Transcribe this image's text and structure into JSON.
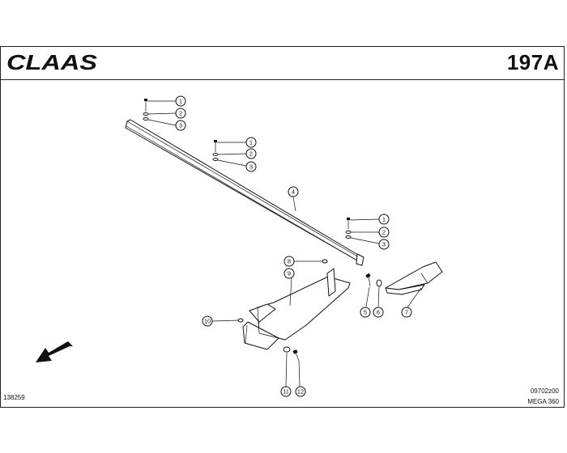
{
  "header": {
    "brand": "CLAAS",
    "page_number": "197A"
  },
  "footer": {
    "doc_number": "138259",
    "drawing_code": "09702z00",
    "model": "MEGA 360"
  },
  "callouts": [
    "1",
    "2",
    "3",
    "1",
    "2",
    "3",
    "4",
    "1",
    "2",
    "3",
    "8",
    "9",
    "5",
    "6",
    "7",
    "10",
    "11",
    "12"
  ],
  "icons": {
    "logo": "claas-logo",
    "direction": "direction-arrow-icon"
  }
}
